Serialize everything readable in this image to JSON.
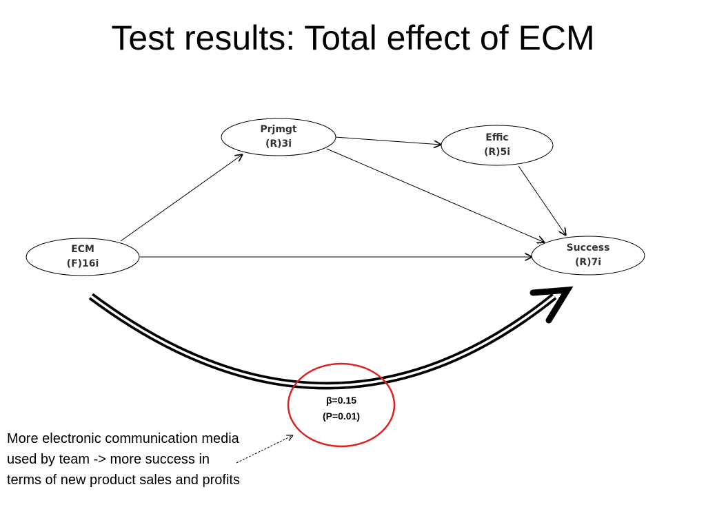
{
  "title": "Test results: Total effect of ECM",
  "nodes": {
    "ecm": {
      "name": "ECM",
      "sub": "(F)16i"
    },
    "prjmgt": {
      "name": "Prjmgt",
      "sub": "(R)3i"
    },
    "effic": {
      "name": "Effic",
      "sub": "(R)5i"
    },
    "success": {
      "name": "Success",
      "sub": "(R)7i"
    }
  },
  "edges": [
    {
      "from": "ECM",
      "to": "Prjmgt"
    },
    {
      "from": "ECM",
      "to": "Success"
    },
    {
      "from": "Prjmgt",
      "to": "Effic"
    },
    {
      "from": "Prjmgt",
      "to": "Success"
    },
    {
      "from": "Effic",
      "to": "Success"
    }
  ],
  "result": {
    "beta": "β=0.15",
    "p": "(P=0.01)"
  },
  "note": "More electronic communication media used by team -> more success in terms of new product sales and profits",
  "colors": {
    "highlight_circle": "#e02020",
    "diagram_lines": "#000000",
    "node_text": "#333333"
  }
}
